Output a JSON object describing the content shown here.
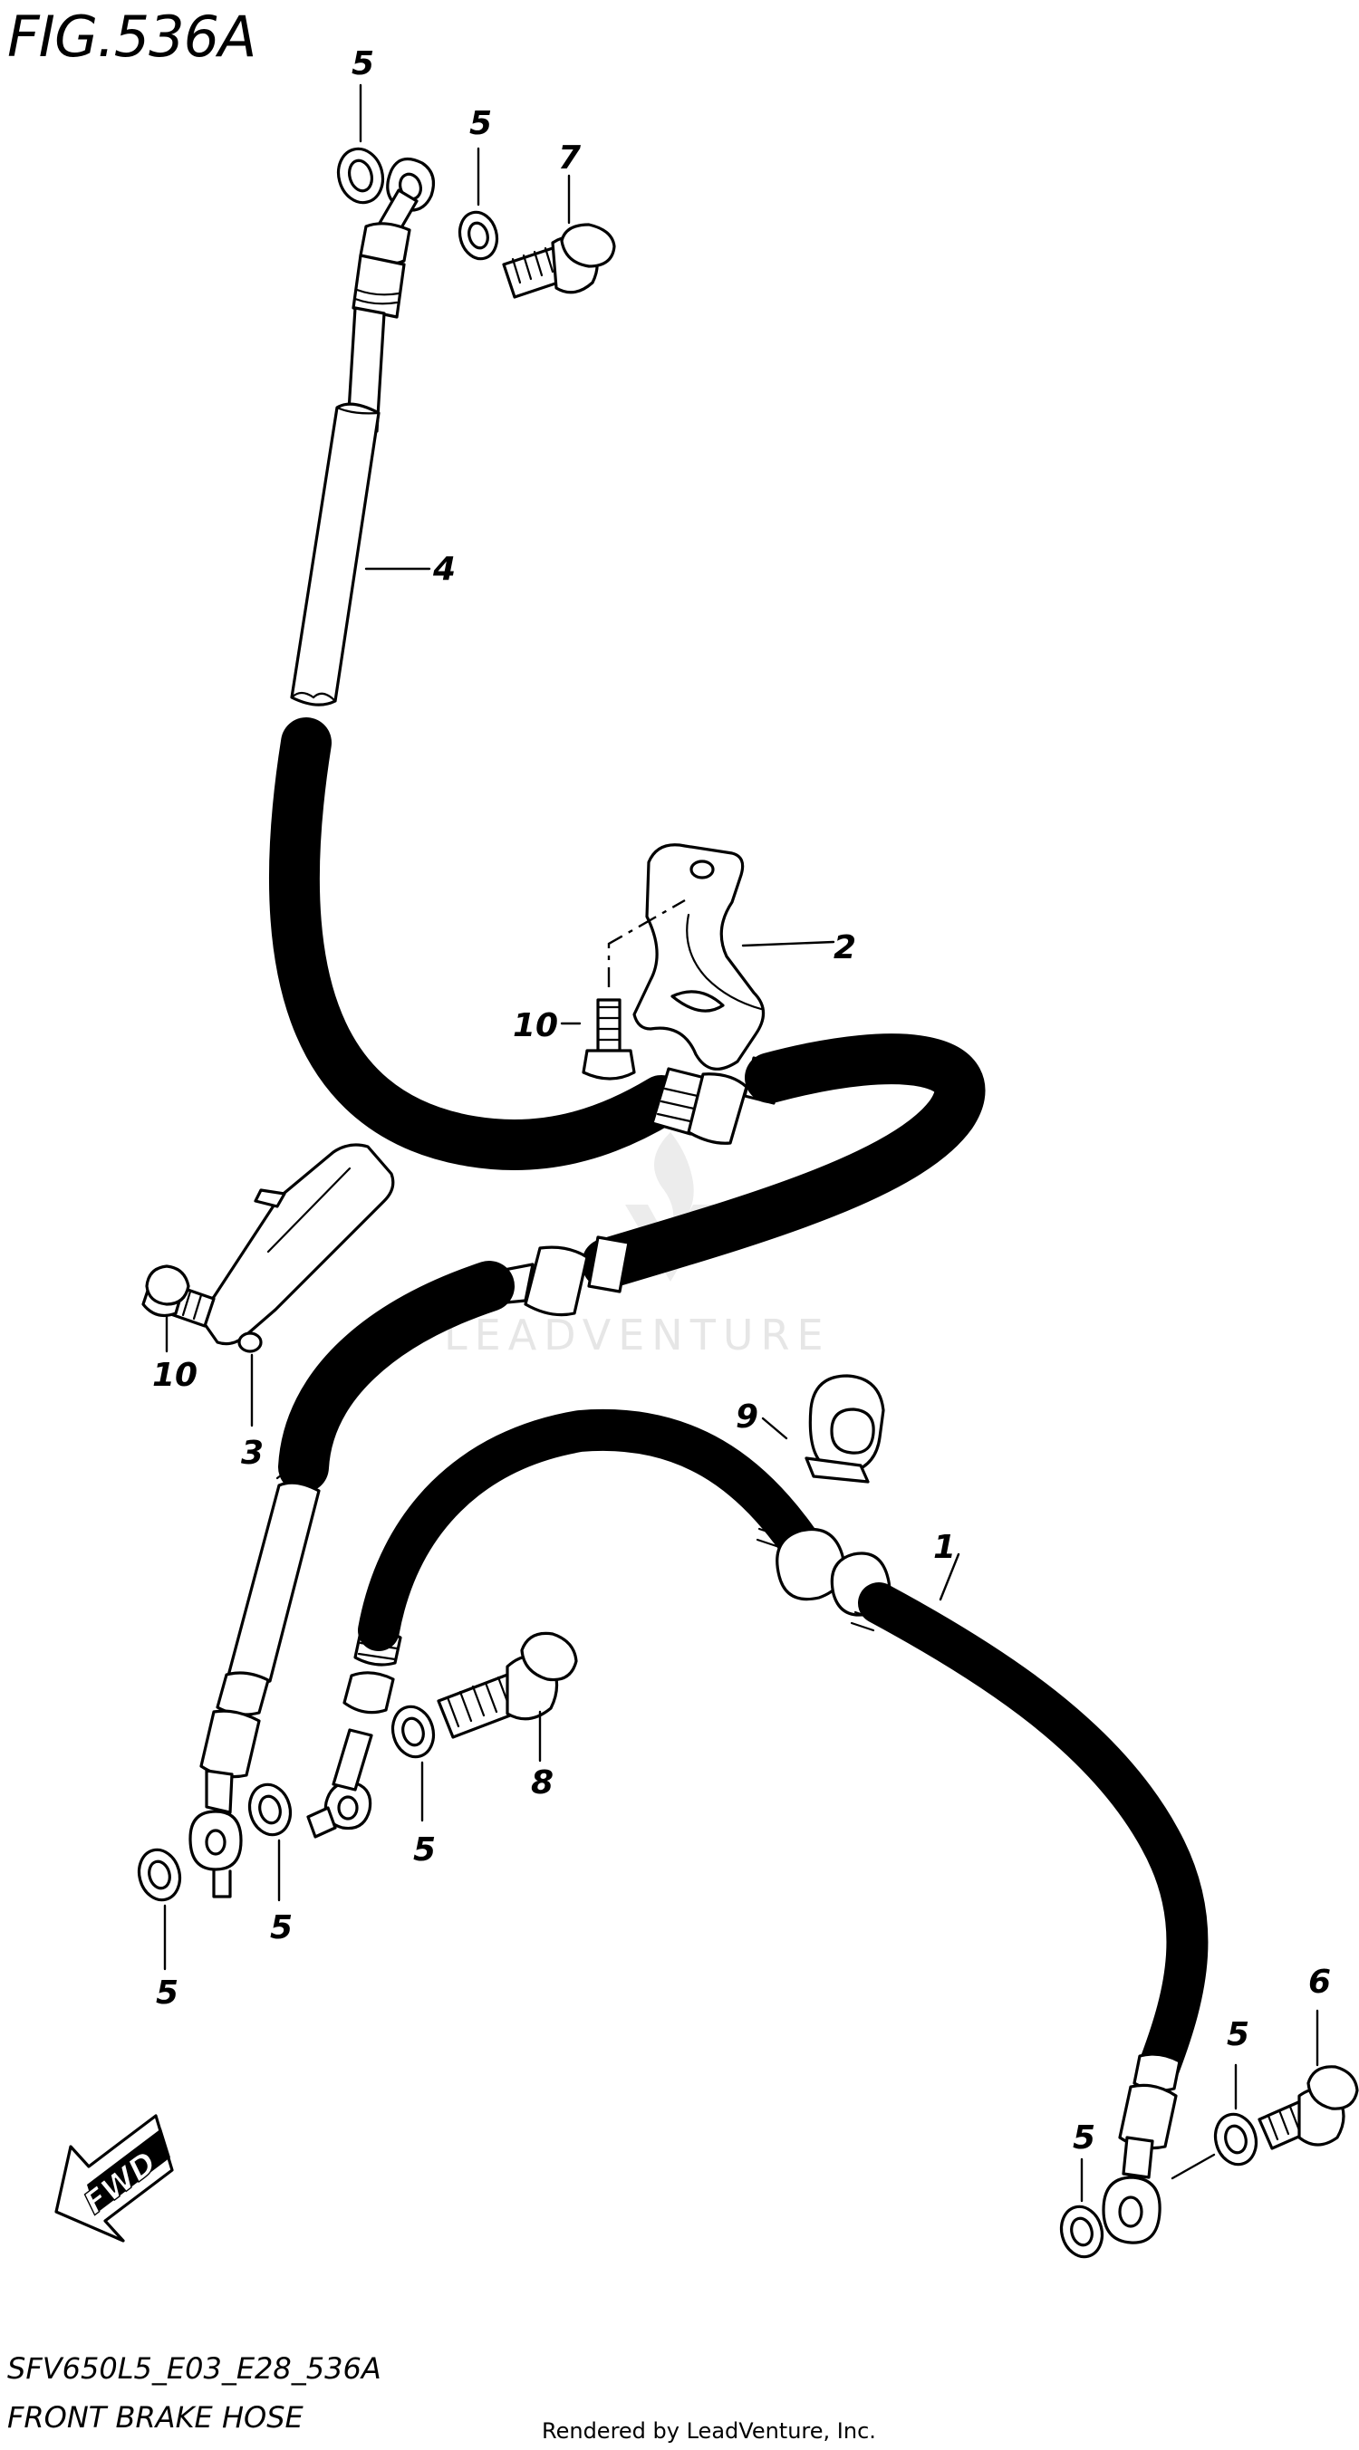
{
  "figure": {
    "title": "FIG.536A",
    "model_code": "SFV650L5_E03_E28_536A",
    "caption": "FRONT BRAKE HOSE",
    "rendered_by": "Rendered by LeadVenture, Inc.",
    "watermark": "LEADVENTURE",
    "direction_label": "FWD"
  },
  "callouts": [
    {
      "id": "c1",
      "label": "1"
    },
    {
      "id": "c2",
      "label": "2"
    },
    {
      "id": "c3",
      "label": "3"
    },
    {
      "id": "c4",
      "label": "4"
    },
    {
      "id": "c5a",
      "label": "5"
    },
    {
      "id": "c5b",
      "label": "5"
    },
    {
      "id": "c5c",
      "label": "5"
    },
    {
      "id": "c5d",
      "label": "5"
    },
    {
      "id": "c5e",
      "label": "5"
    },
    {
      "id": "c5f",
      "label": "5"
    },
    {
      "id": "c5g",
      "label": "5"
    },
    {
      "id": "c6",
      "label": "6"
    },
    {
      "id": "c7",
      "label": "7"
    },
    {
      "id": "c8",
      "label": "8"
    },
    {
      "id": "c9",
      "label": "9"
    },
    {
      "id": "c10a",
      "label": "10"
    },
    {
      "id": "c10b",
      "label": "10"
    }
  ],
  "colors": {
    "line": "#000000",
    "background": "#ffffff",
    "watermark": "#e6e6e6"
  }
}
